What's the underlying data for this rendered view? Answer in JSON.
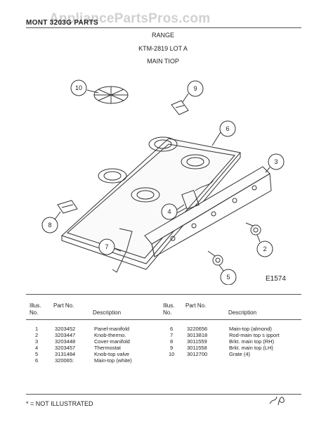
{
  "header": {
    "left_label": "MONT 3203G PARTS",
    "watermark": "AppliancePartsPros.com"
  },
  "titles": [
    "RANGE",
    "KTM-2819 LOT A",
    "MAIN TIOP"
  ],
  "figure_id": "E1574",
  "callouts": [
    "10",
    "9",
    "6",
    "3",
    "4",
    "8",
    "7",
    "2",
    "5"
  ],
  "table": {
    "headers": {
      "illus": "Illus. No.",
      "part": "Part No.",
      "description": "Description"
    },
    "left_rows": [
      {
        "no": "1",
        "part": "3203452",
        "desc": "Panel-manifold"
      },
      {
        "no": "2",
        "part": "3203447",
        "desc": "Knob-thermo."
      },
      {
        "no": "3",
        "part": "3203448",
        "desc": "Cover-manifold"
      },
      {
        "no": "4",
        "part": "3203457",
        "desc": "Thermostat"
      },
      {
        "no": "5",
        "part": "3131484",
        "desc": "Knob-top valve"
      },
      {
        "no": "6",
        "part": "320065:",
        "desc": "Main-top (white)"
      }
    ],
    "right_rows": [
      {
        "no": "6",
        "part": "3220656",
        "desc": "Main-top (almond)"
      },
      {
        "no": "7",
        "part": "3013818",
        "desc": "Rod-main top s ipport"
      },
      {
        "no": "8",
        "part": "3011559",
        "desc": "Brkt. main top (RH)"
      },
      {
        "no": "9",
        "part": "3011558",
        "desc": "Brkt. main top (LH)"
      },
      {
        "no": "10",
        "part": "3012700",
        "desc": "Grate (4)"
      }
    ]
  },
  "note": "* = NOT ILLUSTRATED"
}
